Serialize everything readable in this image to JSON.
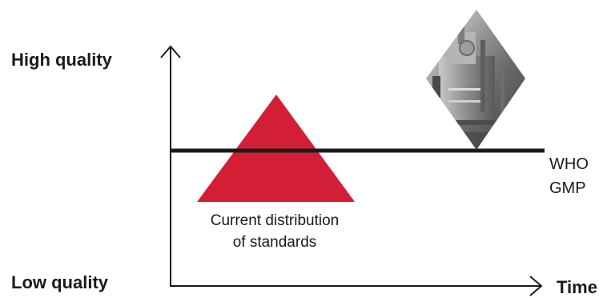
{
  "axes": {
    "y_top_label": "High quality",
    "y_bottom_label": "Low quality",
    "x_label": "Time"
  },
  "reference_line": {
    "label_line1": "WHO",
    "label_line2": "GMP"
  },
  "distribution": {
    "label_line1": "Current distribution",
    "label_line2": "of standards"
  },
  "colors": {
    "triangle": "#d31f35",
    "axes": "#1a1a1a",
    "who_line": "#1a1a1a"
  },
  "icons": {
    "equipment_image": "industrial-equipment-photo-icon"
  }
}
